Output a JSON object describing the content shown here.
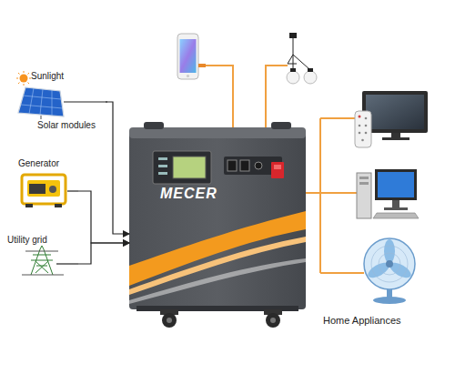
{
  "diagram": {
    "nodes": [
      {
        "text": [
          "Sunlight",
          "Solar modules"
        ]
      },
      {
        "text": [
          "Generator"
        ]
      },
      {
        "text": [
          "Utility grid"
        ]
      },
      {
        "text": [
          "MECER"
        ]
      }
    ],
    "edges": [
      {
        "from": 0,
        "to": 3,
        "arrow": "to"
      },
      {
        "from": 1,
        "to": 3,
        "arrow": "to"
      },
      {
        "from": 2,
        "to": 3,
        "arrow": "to"
      }
    ],
    "labels": [
      "Home Appliances"
    ]
  }
}
